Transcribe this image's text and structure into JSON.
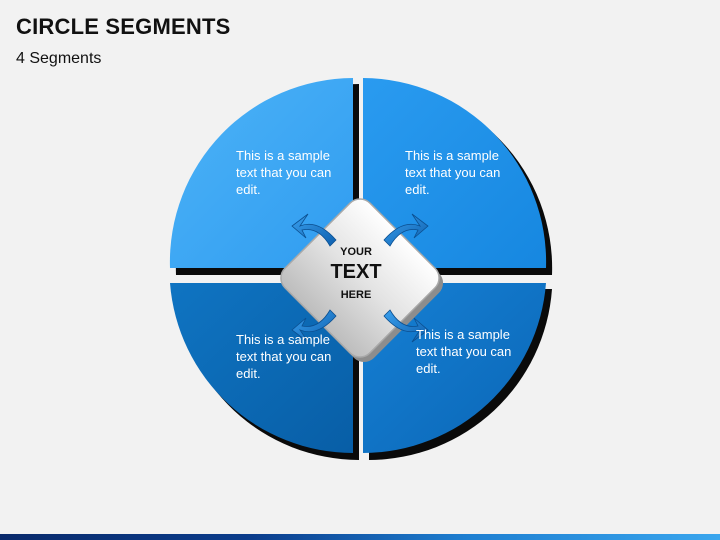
{
  "header": {
    "title": "CIRCLE SEGMENTS",
    "subtitle": "4 Segments"
  },
  "segments": [
    {
      "position": "top-left",
      "text": "This is a sample text that you can edit.",
      "color": "#3ea8f4"
    },
    {
      "position": "top-right",
      "text": "This is a sample text that you can edit.",
      "color": "#1a8fe6"
    },
    {
      "position": "bottom-left",
      "text": "This is a sample text that you can edit.",
      "color": "#0b6cb7"
    },
    {
      "position": "bottom-right",
      "text": "This is a sample text that you can edit.",
      "color": "#0d73c4"
    }
  ],
  "center": {
    "line1": "YOUR",
    "line2": "TEXT",
    "line3": "HERE",
    "fill": "#cfcfcf"
  },
  "colors": {
    "shadow": "#0a0a0a",
    "arrow": "#1e7fd6",
    "background": "#f2f2f2"
  }
}
